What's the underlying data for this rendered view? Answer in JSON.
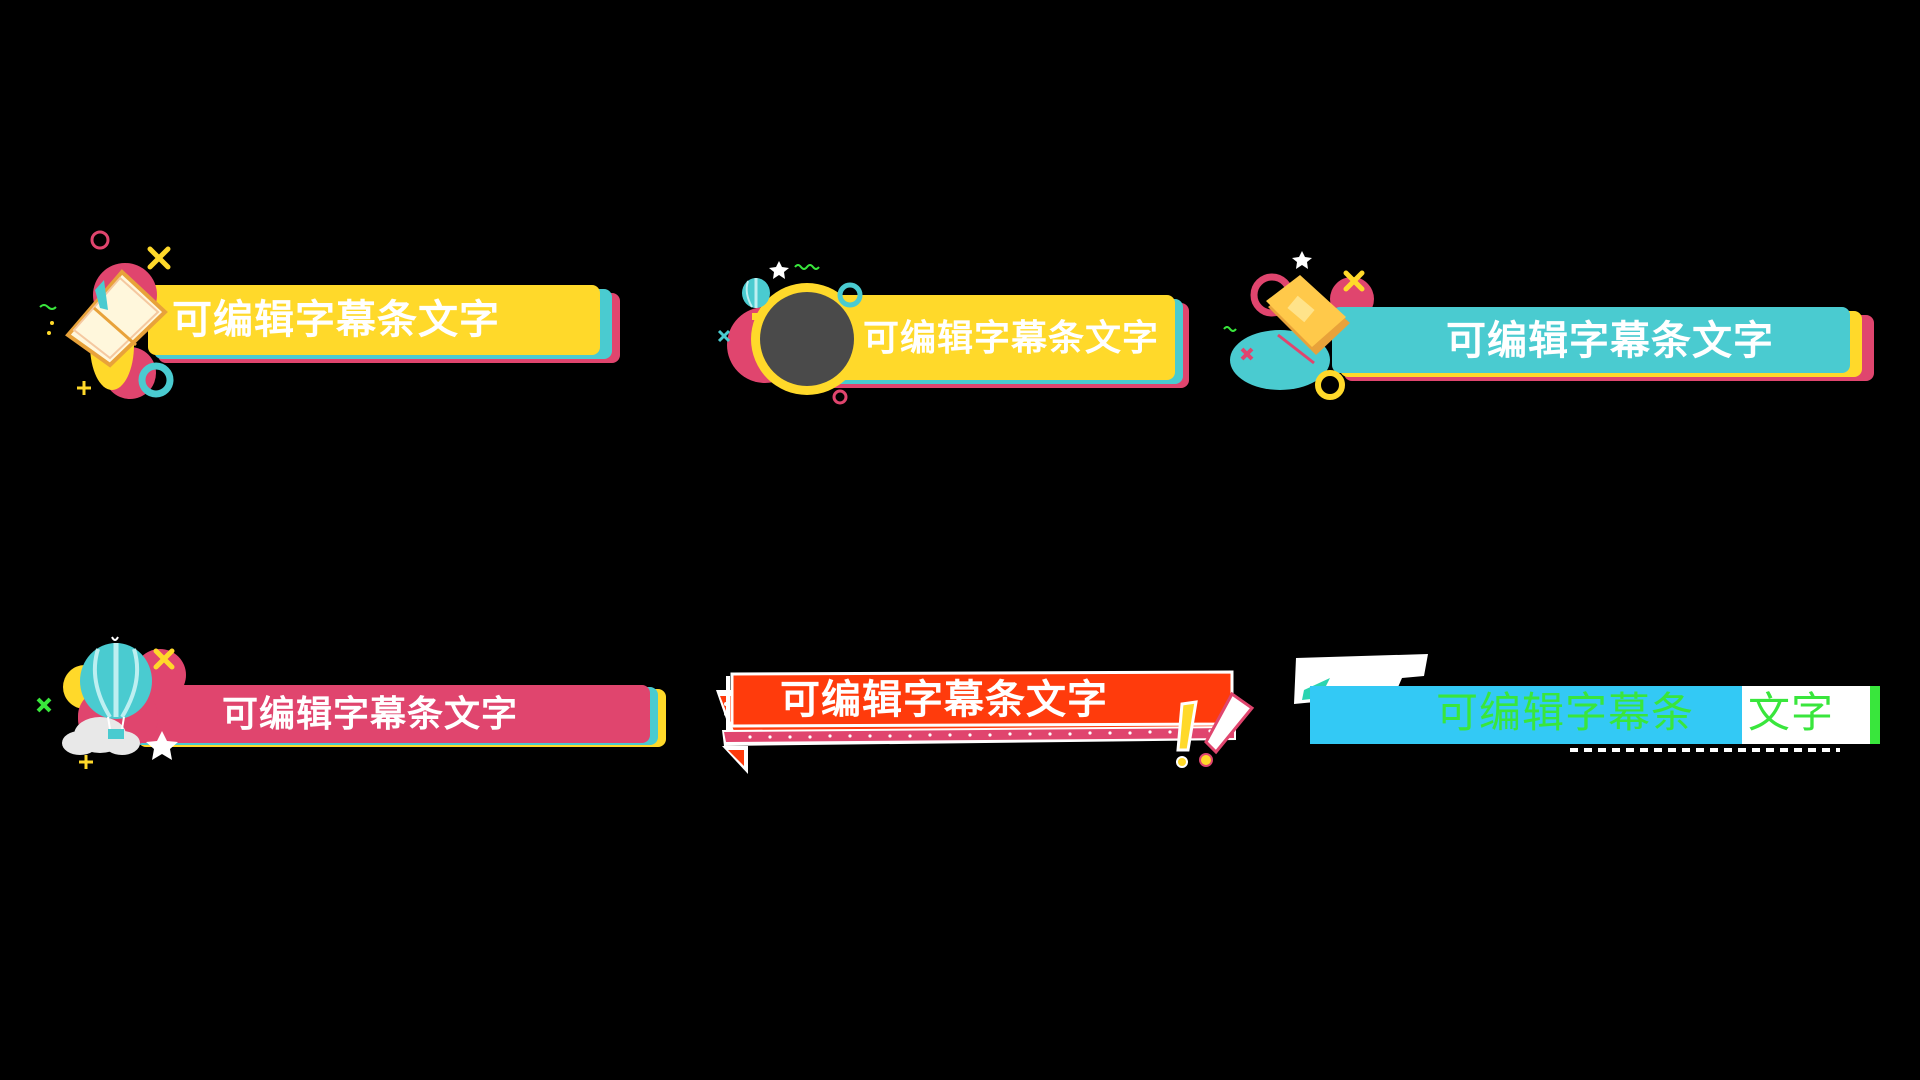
{
  "banners": [
    {
      "text": "可编辑字幕条文字"
    },
    {
      "text": "可编辑字幕条文字"
    },
    {
      "text": "可编辑字幕条文字"
    },
    {
      "text": "可编辑字幕条文字"
    },
    {
      "text": "可编辑字幕条文字"
    },
    {
      "text_part1": "可编辑字幕条",
      "text_part2": "文字"
    }
  ],
  "colors": {
    "yellow": "#FFD92A",
    "pink": "#E0456E",
    "cyan": "#4ACBD0",
    "orange_red": "#FF3B0C",
    "sky_blue": "#33C9F5",
    "green_text": "#39E63C",
    "dark_circle": "#4A4A4A"
  }
}
